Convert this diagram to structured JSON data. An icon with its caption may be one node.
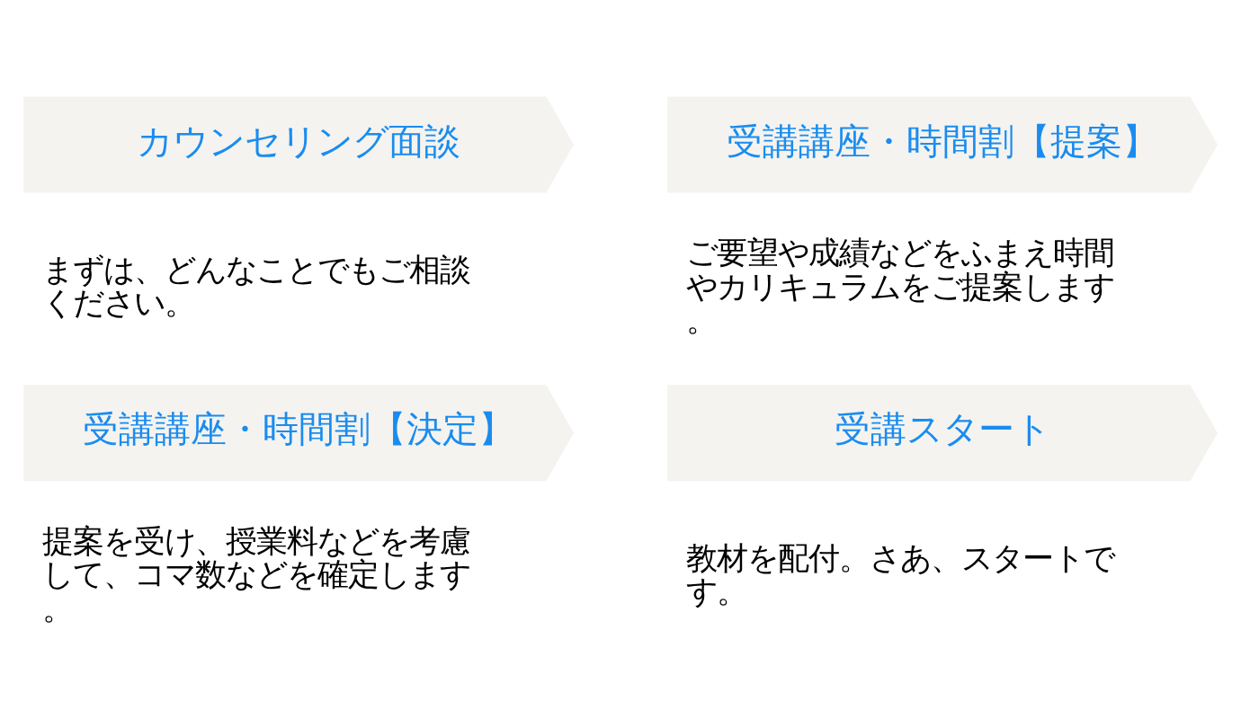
{
  "diagram": {
    "nodes": [
      {
        "text": [
          "カウンセリング面談"
        ],
        "beside": [
          "まずは、どんなことでもご相談ください。"
        ]
      },
      {
        "text": [
          "受講講座・時間割【提案】"
        ],
        "beside": [
          "ご要望や成績などをふまえ時間やカリキュラムをご提案します。"
        ]
      },
      {
        "text": [
          "受講講座・時間割【決定】"
        ],
        "beside": [
          "提案を受け、授業料などを考慮して、コマ数などを確定します。"
        ]
      },
      {
        "text": [
          "受講スタート"
        ],
        "beside": [
          "教材を配付。さあ、スタートです。"
        ]
      }
    ],
    "edges": []
  }
}
